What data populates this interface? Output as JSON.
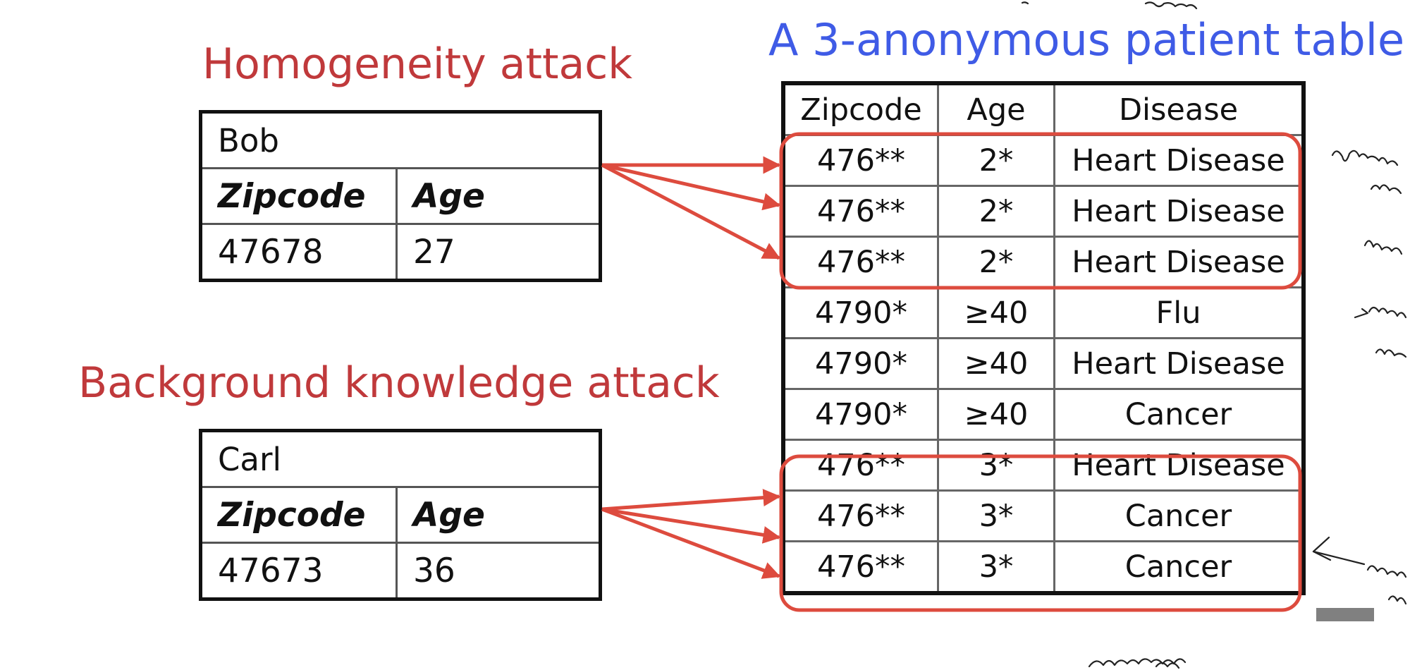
{
  "homogeneity": {
    "title": "Homogeneity attack",
    "person": {
      "name": "Bob",
      "zipcode_label": "Zipcode",
      "age_label": "Age",
      "zipcode": "47678",
      "age": "27"
    }
  },
  "background": {
    "title": "Background knowledge  attack",
    "person": {
      "name": "Carl",
      "zipcode_label": "Zipcode",
      "age_label": "Age",
      "zipcode": "47673",
      "age": "36"
    }
  },
  "patient_table": {
    "title": "A 3-anonymous patient table",
    "headers": [
      "Zipcode",
      "Age",
      "Disease"
    ],
    "rows": [
      [
        "476**",
        "2*",
        "Heart Disease"
      ],
      [
        "476**",
        "2*",
        "Heart Disease"
      ],
      [
        "476**",
        "2*",
        "Heart Disease"
      ],
      [
        "4790*",
        "≥40",
        "Flu"
      ],
      [
        "4790*",
        "≥40",
        "Heart Disease"
      ],
      [
        "4790*",
        "≥40",
        "Cancer"
      ],
      [
        "476**",
        "3*",
        "Heart Disease"
      ],
      [
        "476**",
        "3*",
        "Cancer"
      ],
      [
        "476**",
        "3*",
        "Cancer"
      ]
    ]
  },
  "colors": {
    "attack_title": "#c0393b",
    "table_title": "#3f5be6",
    "arrow": "#dd4b3e",
    "highlight": "#dd4b3e"
  }
}
